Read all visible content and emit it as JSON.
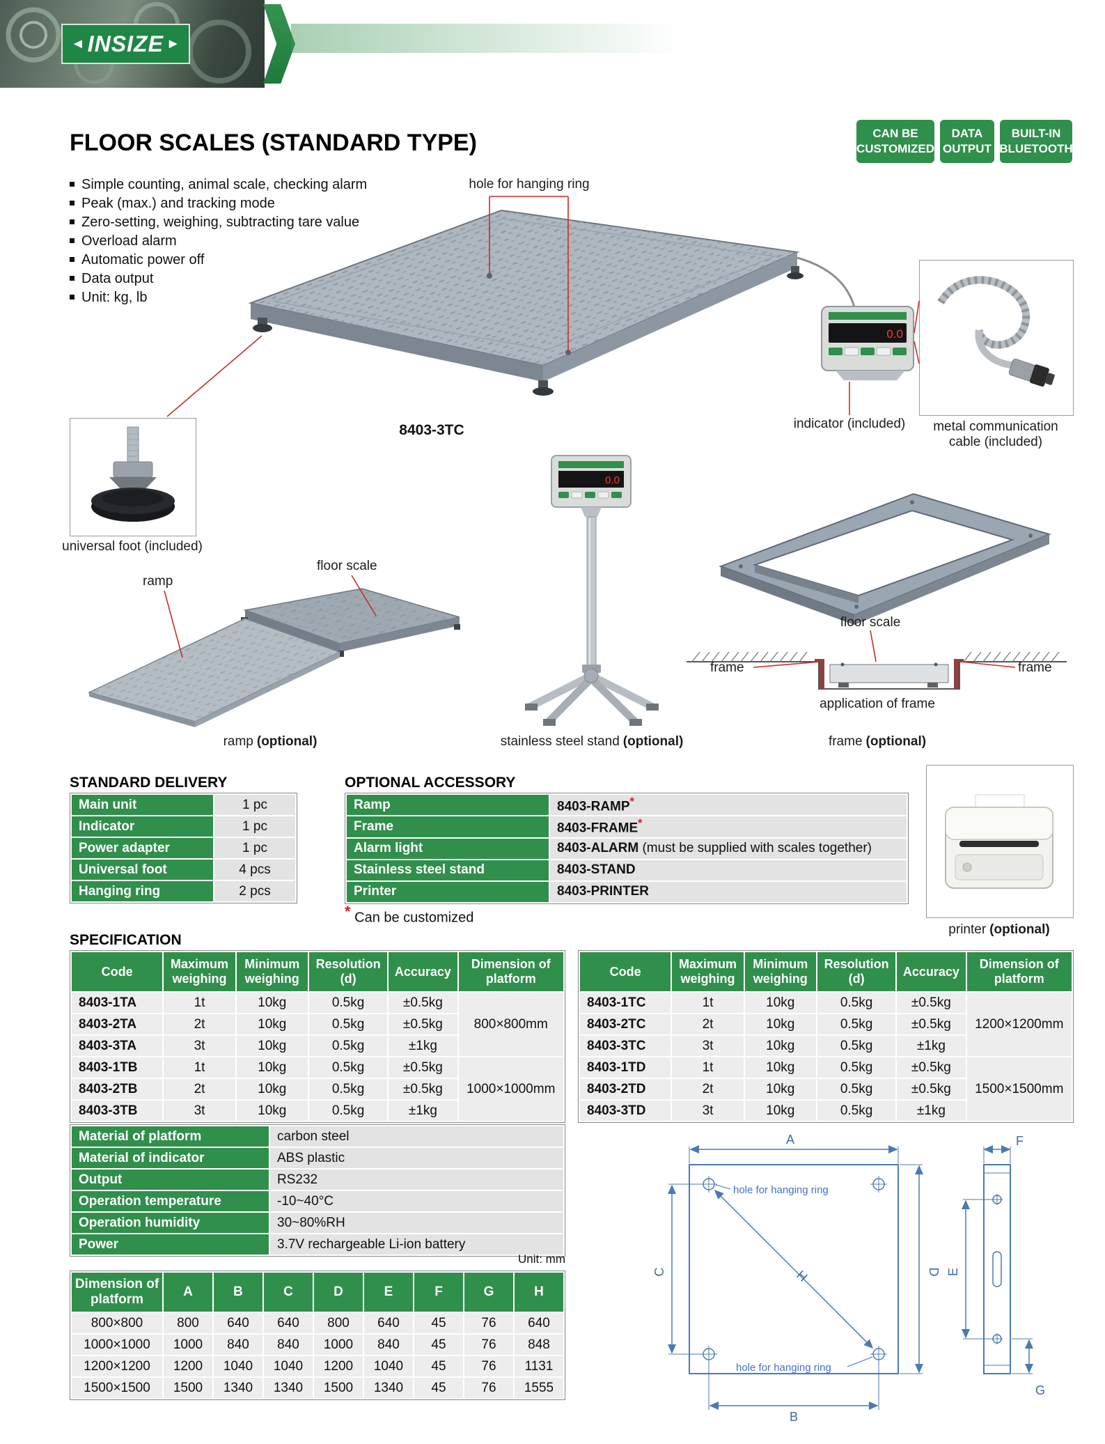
{
  "brand": {
    "name": "INSIZE",
    "arrow_left": "◄",
    "arrow_right": "►"
  },
  "title": "FLOOR SCALES (STANDARD TYPE)",
  "badges": [
    {
      "line1": "CAN BE",
      "line2": "CUSTOMIZED"
    },
    {
      "line1": "DATA",
      "line2": "OUTPUT"
    },
    {
      "line1": "BUILT-IN",
      "line2": "BLUETOOTH"
    }
  ],
  "features": [
    "Simple counting, animal scale, checking alarm",
    "Peak (max.) and tracking mode",
    "Zero-setting, weighing, subtracting tare value",
    "Overload alarm",
    "Automatic power off",
    "Data output",
    "Unit: kg, lb"
  ],
  "figures": {
    "main_model": "8403-3TC",
    "indicator_display": "0.0",
    "label_hole": "hole for hanging ring",
    "label_indicator": "indicator (included)",
    "label_cable_line1": "metal communication",
    "label_cable_line2": "cable (included)",
    "label_foot": "universal foot (included)",
    "label_ramp": "ramp",
    "label_floor_scale": "floor scale",
    "label_frame": "frame",
    "label_application": "application of frame",
    "caption_ramp": "ramp",
    "caption_stand": "stainless steel stand",
    "caption_frame": "frame",
    "caption_printer": "printer",
    "optional_suffix": "(optional)"
  },
  "standard_delivery": {
    "heading": "STANDARD DELIVERY",
    "rows": [
      {
        "label": "Main unit",
        "value": "1 pc"
      },
      {
        "label": "Indicator",
        "value": "1 pc"
      },
      {
        "label": "Power adapter",
        "value": "1 pc"
      },
      {
        "label": "Universal foot",
        "value": "4 pcs"
      },
      {
        "label": "Hanging ring",
        "value": "2 pcs"
      }
    ]
  },
  "optional_accessory": {
    "heading": "OPTIONAL ACCESSORY",
    "rows": [
      {
        "label": "Ramp",
        "code": "8403-RAMP",
        "star": "*",
        "note": ""
      },
      {
        "label": "Frame",
        "code": "8403-FRAME",
        "star": "*",
        "note": ""
      },
      {
        "label": "Alarm light",
        "code": "8403-ALARM",
        "star": "",
        "note": " (must be supplied with scales together)"
      },
      {
        "label": "Stainless steel stand",
        "code": "8403-STAND",
        "star": "",
        "note": ""
      },
      {
        "label": "Printer",
        "code": "8403-PRINTER",
        "star": "",
        "note": ""
      }
    ],
    "footnote_star": "*",
    "footnote_text": "Can be customized"
  },
  "specification": {
    "heading": "SPECIFICATION",
    "headers": {
      "code": "Code",
      "max": "Maximum weighing",
      "min": "Minimum weighing",
      "res": "Resolution (d)",
      "acc": "Accuracy",
      "dim": "Dimension of platform"
    },
    "left_rows": [
      {
        "code": "8403-1TA",
        "max": "1t",
        "min": "10kg",
        "res": "0.5kg",
        "acc": "±0.5kg"
      },
      {
        "code": "8403-2TA",
        "max": "2t",
        "min": "10kg",
        "res": "0.5kg",
        "acc": "±0.5kg"
      },
      {
        "code": "8403-3TA",
        "max": "3t",
        "min": "10kg",
        "res": "0.5kg",
        "acc": "±1kg"
      },
      {
        "code": "8403-1TB",
        "max": "1t",
        "min": "10kg",
        "res": "0.5kg",
        "acc": "±0.5kg"
      },
      {
        "code": "8403-2TB",
        "max": "2t",
        "min": "10kg",
        "res": "0.5kg",
        "acc": "±0.5kg"
      },
      {
        "code": "8403-3TB",
        "max": "3t",
        "min": "10kg",
        "res": "0.5kg",
        "acc": "±1kg"
      }
    ],
    "left_dims": [
      "800×800mm",
      "1000×1000mm"
    ],
    "right_rows": [
      {
        "code": "8403-1TC",
        "max": "1t",
        "min": "10kg",
        "res": "0.5kg",
        "acc": "±0.5kg"
      },
      {
        "code": "8403-2TC",
        "max": "2t",
        "min": "10kg",
        "res": "0.5kg",
        "acc": "±0.5kg"
      },
      {
        "code": "8403-3TC",
        "max": "3t",
        "min": "10kg",
        "res": "0.5kg",
        "acc": "±1kg"
      },
      {
        "code": "8403-1TD",
        "max": "1t",
        "min": "10kg",
        "res": "0.5kg",
        "acc": "±0.5kg"
      },
      {
        "code": "8403-2TD",
        "max": "2t",
        "min": "10kg",
        "res": "0.5kg",
        "acc": "±0.5kg"
      },
      {
        "code": "8403-3TD",
        "max": "3t",
        "min": "10kg",
        "res": "0.5kg",
        "acc": "±1kg"
      }
    ],
    "right_dims": [
      "1200×1200mm",
      "1500×1500mm"
    ]
  },
  "properties": {
    "rows": [
      {
        "label": "Material of platform",
        "value": "carbon steel"
      },
      {
        "label": "Material of indicator",
        "value": "ABS plastic"
      },
      {
        "label": "Output",
        "value": "RS232"
      },
      {
        "label": "Operation temperature",
        "value": "-10~40°C"
      },
      {
        "label": "Operation humidity",
        "value": "30~80%RH"
      },
      {
        "label": "Power",
        "value": "3.7V rechargeable Li-ion battery"
      }
    ]
  },
  "dimension_table": {
    "unit": "Unit: mm",
    "header_first": "Dimension of platform",
    "headers": [
      "A",
      "B",
      "C",
      "D",
      "E",
      "F",
      "G",
      "H"
    ],
    "rows": [
      {
        "platform": "800×800",
        "values": [
          "800",
          "640",
          "640",
          "800",
          "640",
          "45",
          "76",
          "640"
        ]
      },
      {
        "platform": "1000×1000",
        "values": [
          "1000",
          "840",
          "840",
          "1000",
          "840",
          "45",
          "76",
          "848"
        ]
      },
      {
        "platform": "1200×1200",
        "values": [
          "1200",
          "1040",
          "1040",
          "1200",
          "1040",
          "45",
          "76",
          "1131"
        ]
      },
      {
        "platform": "1500×1500",
        "values": [
          "1500",
          "1340",
          "1340",
          "1500",
          "1340",
          "45",
          "76",
          "1555"
        ]
      }
    ]
  },
  "drawing": {
    "labels": [
      "A",
      "B",
      "C",
      "D",
      "E",
      "F",
      "G",
      "H"
    ],
    "hole_label": "hole for hanging ring"
  },
  "colors": {
    "brand_green": "#2f8f4b",
    "accent_red": "#cc2a2a",
    "drawing_blue": "#4472c4"
  }
}
